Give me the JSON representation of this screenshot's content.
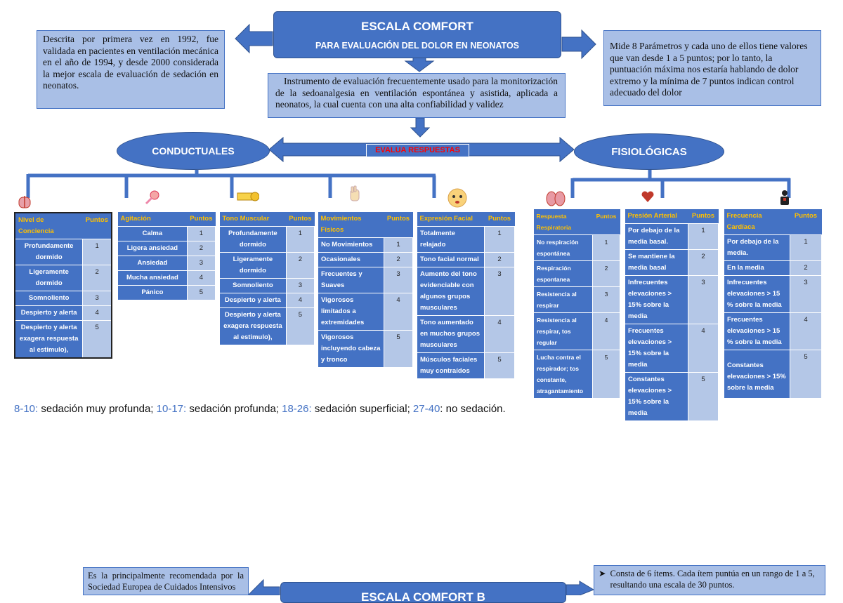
{
  "header": {
    "title": "ESCALA COMFORT",
    "subtitle": "PARA EVALUACIÓN DEL DOLOR EN NEONATOS"
  },
  "notes": {
    "left": "Descrita por primera vez en 1992, fue validada en pacientes en ventilación mecánica en el año de 1994, y desde 2000 considerada la mejor escala de evaluación de sedación en neonatos.",
    "right": "Mide 8 Parámetros y cada uno de ellos tiene valores que van desde 1 a 5 puntos; por lo tanto, la puntuación máxima nos estaría hablando de dolor extremo y la mínima de 7 puntos indican control adecuado del dolor",
    "center": "Instrumento de evaluación frecuentemente usado para la monitorización de la sedoanalgesia en ventilación espontánea y asistida, aplicada a neonatos, la cual cuenta con una alta confiabilidad y validez"
  },
  "branches": {
    "left": "CONDUCTUALES",
    "right": "FISIOLÓGICAS",
    "center": "EVALUA RESPUESTAS"
  },
  "icons": {
    "conciencia": "brain-icon",
    "agitacion": "rattle-icon",
    "tono": "tape-measure-icon",
    "movimientos": "hand-icon",
    "expresion": "baby-face-icon",
    "respiratoria": "lungs-icon",
    "presion": "heart-icon",
    "frecuencia": "person-icon"
  },
  "tables": {
    "conciencia": {
      "header": "Nivel de Conciencia",
      "ph": "Puntos",
      "rows": [
        [
          "Profundamente dormido",
          "1"
        ],
        [
          "Ligeramente dormido",
          "2"
        ],
        [
          "Somnoliento",
          "3"
        ],
        [
          "Despierto y alerta",
          "4"
        ],
        [
          "Despierto y alerta exagera respuesta al estimulo),",
          "5"
        ]
      ]
    },
    "agitacion": {
      "header": "Agitación",
      "ph": "Puntos",
      "rows": [
        [
          "Calma",
          "1"
        ],
        [
          "Ligera ansiedad",
          "2"
        ],
        [
          "Ansiedad",
          "3"
        ],
        [
          "Mucha ansiedad",
          "4"
        ],
        [
          "Pánico",
          "5"
        ]
      ]
    },
    "tono": {
      "header": "Tono Muscular",
      "ph": "Puntos",
      "rows": [
        [
          "Profundamente dormido",
          "1"
        ],
        [
          "Ligeramente dormido",
          "2"
        ],
        [
          "Somnoliento",
          "3"
        ],
        [
          "Despierto y alerta",
          "4"
        ],
        [
          "Despierto y alerta exagera respuesta al estimulo),",
          "5"
        ]
      ]
    },
    "movimientos": {
      "header": "Movimientos Físicos",
      "ph": "Puntos",
      "rows": [
        [
          "No Movimientos",
          "1"
        ],
        [
          "Ocasionales",
          "2"
        ],
        [
          "Frecuentes y Suaves",
          "3"
        ],
        [
          "Vigorosos limitados a extremidades",
          "4"
        ],
        [
          "Vigorosos incluyendo cabeza y tronco",
          "5"
        ]
      ]
    },
    "expresion": {
      "header": "Expresión Facial",
      "ph": "Puntos",
      "rows": [
        [
          "Totalmente relajado",
          "1"
        ],
        [
          "Tono facial normal",
          "2"
        ],
        [
          "Aumento del tono evidenciable con algunos grupos musculares",
          "3"
        ],
        [
          "Tono aumentado en muchos grupos musculares",
          "4"
        ],
        [
          "Músculos faciales muy contraídos",
          "5"
        ]
      ]
    },
    "respiratoria": {
      "header": "Respuesta Respiratoria",
      "ph": "Puntos",
      "rows": [
        [
          "No respiración espontánea",
          "1"
        ],
        [
          "Respiración espontanea",
          "2"
        ],
        [
          "Resistencia al respirar",
          "3"
        ],
        [
          "Resistencia al respirar, tos regular",
          "4"
        ],
        [
          "Lucha contra el respirador; tos constante, atragantamiento",
          "5"
        ]
      ]
    },
    "presion": {
      "header": "Presión Arterial",
      "ph": "Puntos",
      "rows": [
        [
          "Por debajo de la media basal.",
          "1"
        ],
        [
          "Se mantiene la media basal",
          "2"
        ],
        [
          "Infrecuentes elevaciones > 15% sobre la media",
          "3"
        ],
        [
          "Frecuentes elevaciones > 15% sobre la media",
          "4"
        ],
        [
          "Constantes elevaciones > 15% sobre la media",
          "5"
        ]
      ]
    },
    "frecuencia": {
      "header": "Frecuencia Cardíaca",
      "ph": "Puntos",
      "rows": [
        [
          "Por debajo de la media.",
          "1"
        ],
        [
          "En la media",
          "2"
        ],
        [
          "Infrecuentes elevaciones > 15 % sobre la media",
          "3"
        ],
        [
          "Frecuentes elevaciones > 15 % sobre la media",
          "4"
        ],
        [
          "Constantes elevaciones > 15% sobre la media",
          "5"
        ]
      ]
    }
  },
  "scale": {
    "r1": "8-10:",
    "t1": " sedación muy profunda; ",
    "r2": "10-17:",
    "t2": " sedación profunda; ",
    "r3": "18-26:",
    "t3": " sedación superficial; ",
    "r4": "27-40",
    "t4": ": no sedación."
  },
  "bottom": {
    "left": "Es la principalmente recomendada por la Sociedad Europea de Cuidados Intensivos",
    "right": "Consta de 6 ítems. Cada ítem puntúa en un rango de 1 a 5, resultando una escala de 30 puntos.",
    "title": "ESCALA COMFORT B"
  },
  "colors": {
    "accent": "#4472c4",
    "light": "#b4c7e7",
    "note": "#a9bfe6",
    "header_text": "#ffc000",
    "red": "#ff0000"
  }
}
